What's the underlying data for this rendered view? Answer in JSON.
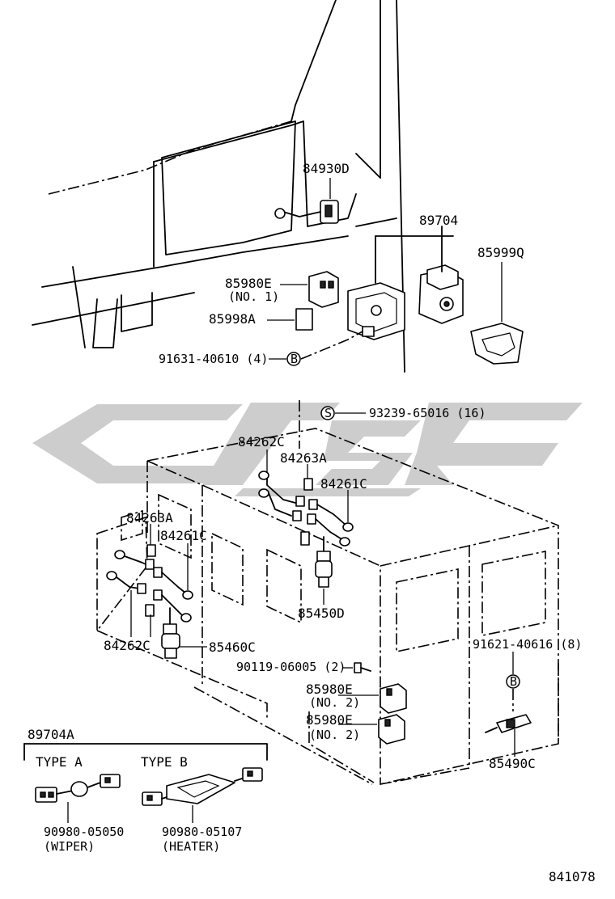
{
  "labels": {
    "p84930D": "84930D",
    "p89704": "89704",
    "p85999Q": "85999Q",
    "p85980E_1": "85980E",
    "p85980E_1_sub": "(NO. 1)",
    "p85998A": "85998A",
    "p91631": "91631-40610 (4)",
    "p93239": "93239-65016 (16)",
    "p84262C_top": "84262C",
    "p84263A_top": "84263A",
    "p84261C_right": "84261C",
    "p84263A_left": "84263A",
    "p84261C_left": "84261C",
    "p84262C_bottom": "84262C",
    "p85460C": "85460C",
    "p85450D": "85450D",
    "p91621": "91621-40616 (8)",
    "p90119": "90119-06005 (2)",
    "p85980E_2a": "85980E",
    "p85980E_2a_sub": "(NO. 2)",
    "p85980E_2b": "85980E",
    "p85980E_2b_sub": "(NO. 2)",
    "p85490C": "85490C",
    "p89704A": "89704A",
    "type_a": "TYPE  A",
    "type_b": "TYPE  B",
    "p90980_05050": "90980-05050",
    "p90980_05050_sub": "(WIPER)",
    "p90980_05107": "90980-05107",
    "p90980_05107_sub": "(HEATER)",
    "diagram_id": "841078"
  },
  "callouts": {
    "bolt_b_top": "B",
    "screw_s": "S",
    "bolt_b_right": "B"
  },
  "watermark_color": "#c8c8c8"
}
